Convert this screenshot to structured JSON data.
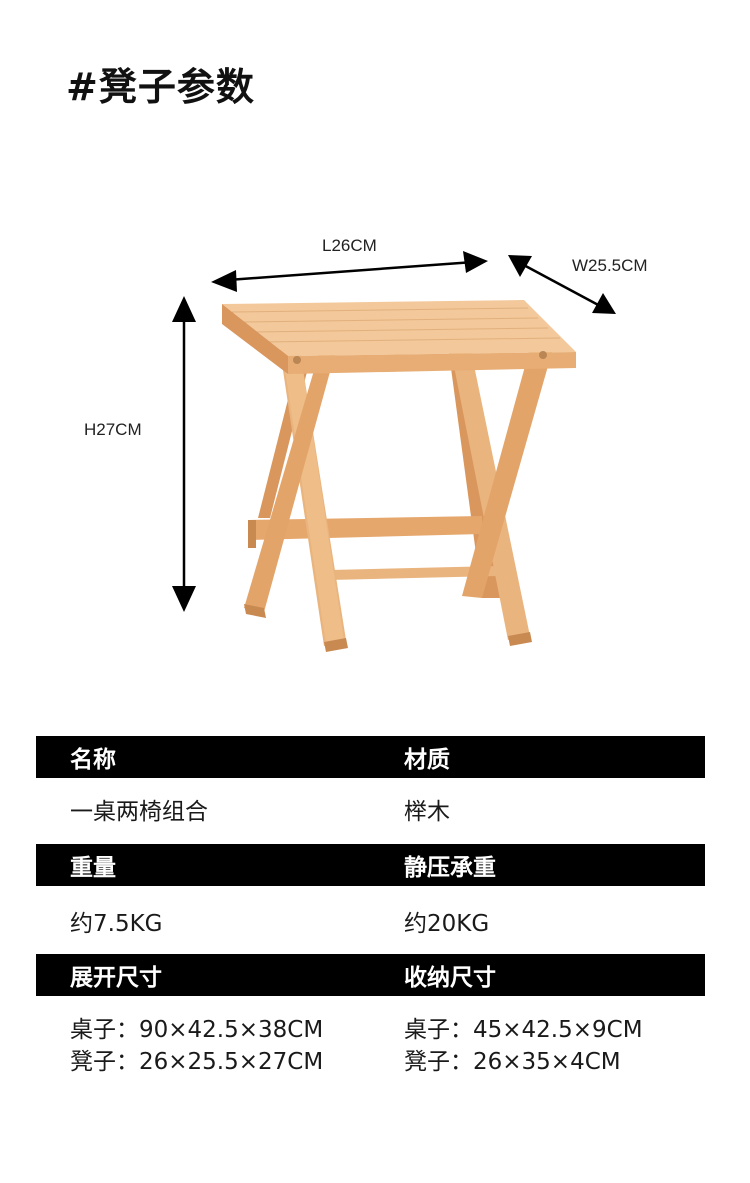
{
  "page": {
    "title": "#凳子参数"
  },
  "dimensions": {
    "length": "L26CM",
    "width": "W25.5CM",
    "height": "H27CM"
  },
  "colors": {
    "header_bg": "#000000",
    "header_text": "#ffffff",
    "wood_light": "#f3c89a",
    "wood_mid": "#e7ad74",
    "wood_dark": "#c98a52"
  },
  "specs": {
    "row1": {
      "left_header": "名称",
      "right_header": "材质",
      "left_value": "一桌两椅组合",
      "right_value": "榉木"
    },
    "row2": {
      "left_header": "重量",
      "right_header": "静压承重",
      "left_value": "约7.5KG",
      "right_value": "约20KG"
    },
    "row3": {
      "left_header": "展开尺寸",
      "right_header": "收纳尺寸",
      "left_values": [
        "桌子：90×42.5×38CM",
        "凳子：26×25.5×27CM"
      ],
      "right_values": [
        "桌子：45×42.5×9CM",
        "凳子：26×35×4CM"
      ]
    }
  }
}
